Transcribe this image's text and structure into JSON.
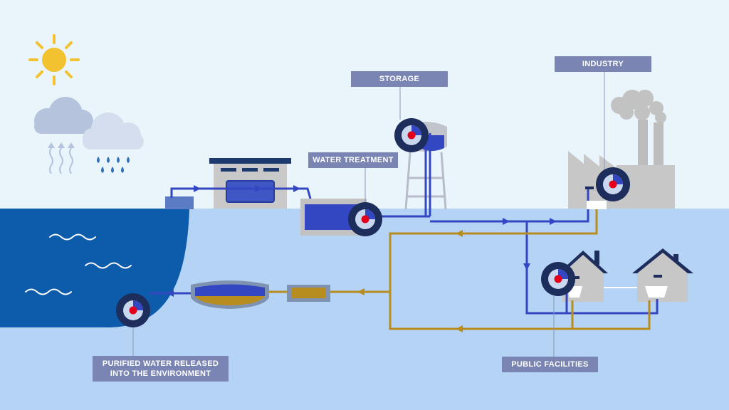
{
  "labels": {
    "storage": "STORAGE",
    "industry": "INDUSTRY",
    "water_treatment": "WATER TREATMENT",
    "public_facilities": "PUBLIC FACILITIES",
    "purified_line1": "PURIFIED WATER RELEASED",
    "purified_line2": "INTO THE ENVIRONMENT"
  },
  "colors": {
    "sky": "#e9f4fb",
    "ground": "#b5d3f4",
    "sea": "#0d5cab",
    "clean_pipe": "#3347c2",
    "waste_pipe": "#b88d1f",
    "sensor_ring": "#1d2d5c",
    "sensor_dot": "#e4001b",
    "building": "#c7c7c7",
    "label_bg": "#7a85b3",
    "sun": "#f2c230"
  },
  "icons": [
    "sun-icon",
    "evaporation-cloud-icon",
    "rain-cloud-icon",
    "pump-house-icon",
    "water-treatment-tank-icon",
    "water-tower-icon",
    "factory-icon",
    "house-icon",
    "faucet-icon",
    "sensor-icon",
    "sedimentation-tank-icon",
    "filter-icon"
  ]
}
